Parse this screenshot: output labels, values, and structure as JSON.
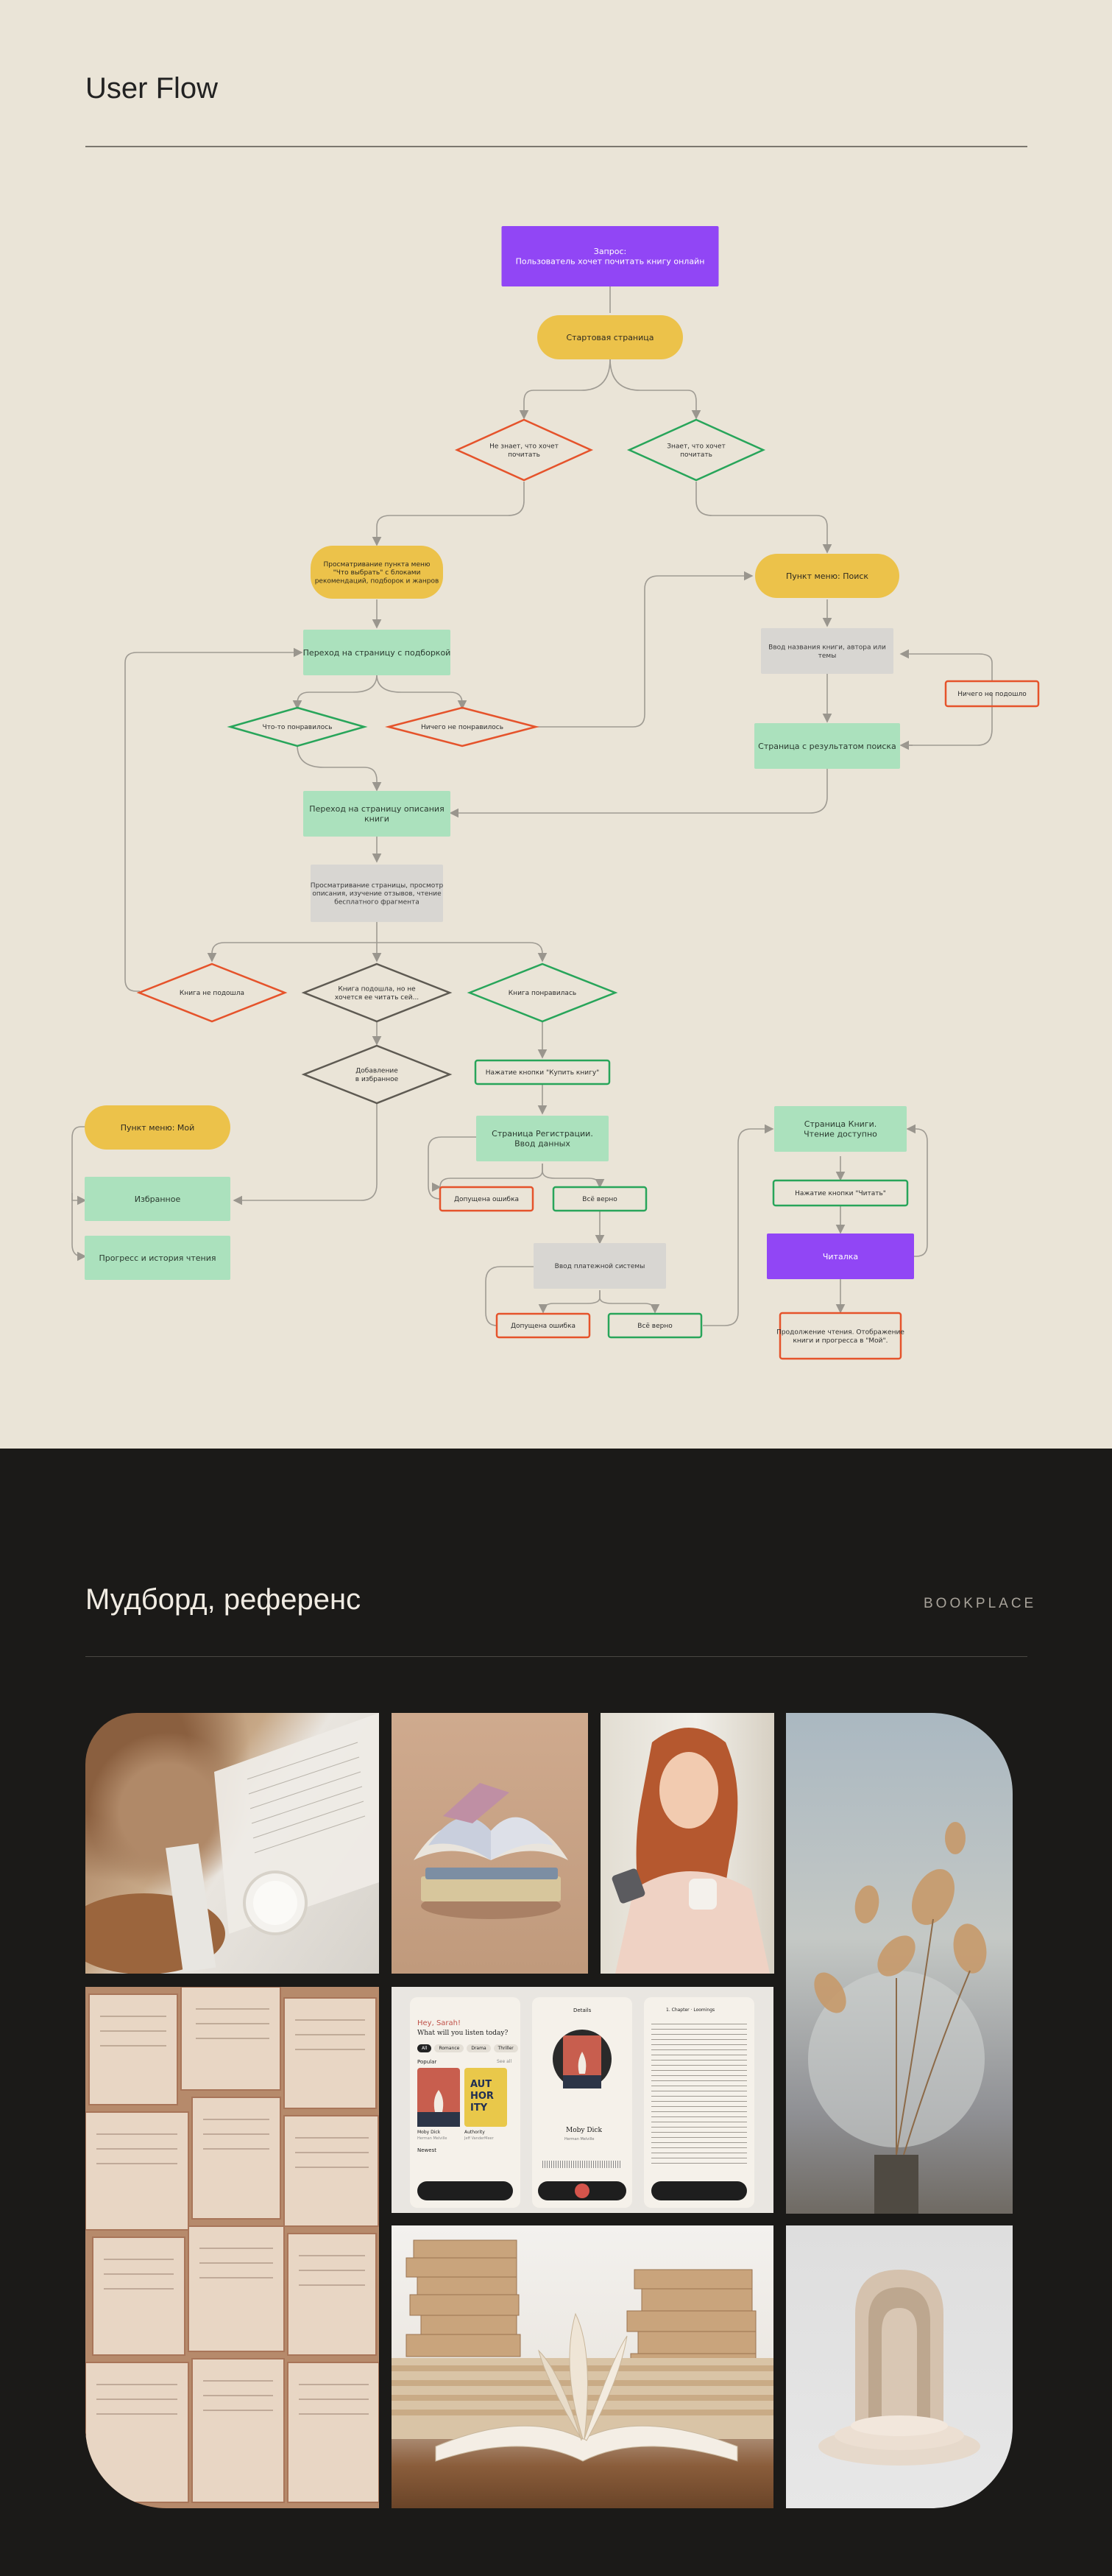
{
  "user_flow": {
    "title": "User Flow",
    "nodes": [
      {
        "id": "start",
        "lines": [
          "Запрос:",
          "Пользователь хочет почитать книгу онлайн"
        ]
      },
      {
        "id": "home",
        "lines": [
          "Стартовая страница"
        ]
      },
      {
        "id": "dunno",
        "lines": [
          "Не знает, что хочет",
          "почитать"
        ]
      },
      {
        "id": "knows",
        "lines": [
          "Знает, что хочет",
          "почитать"
        ]
      },
      {
        "id": "whatread",
        "lines": [
          "Просматривание пункта меню",
          "\"Что выбрать\" с блоками",
          "рекомендаций, подборок и жанров"
        ]
      },
      {
        "id": "searchmenu",
        "lines": [
          "Пункт меню: Поиск"
        ]
      },
      {
        "id": "collection",
        "lines": [
          "Переход на страницу с подборкой"
        ]
      },
      {
        "id": "enter",
        "lines": [
          "Ввод названия книги, автора или",
          "темы"
        ]
      },
      {
        "id": "notfound",
        "lines": [
          "Ничего не подошло"
        ]
      },
      {
        "id": "liked1",
        "lines": [
          "Что-то понравилось"
        ]
      },
      {
        "id": "nothing1",
        "lines": [
          "Ничего не понравилось"
        ]
      },
      {
        "id": "results",
        "lines": [
          "Страница с результатом поиска"
        ]
      },
      {
        "id": "desc",
        "lines": [
          "Переход на страницу описания",
          "книги"
        ]
      },
      {
        "id": "review",
        "lines": [
          "Просматривание страницы, просмотр",
          "описания, изучение отзывов, чтение",
          "бесплатного фрагмента"
        ]
      },
      {
        "id": "notfit",
        "lines": [
          "Книга не подошла"
        ]
      },
      {
        "id": "maybe",
        "lines": [
          "Книга подошла, но не",
          "хочется ее читать сей..."
        ]
      },
      {
        "id": "liked2",
        "lines": [
          "Книга понравилась"
        ]
      },
      {
        "id": "fav",
        "lines": [
          "Добавление",
          "в избранное"
        ]
      },
      {
        "id": "buy",
        "lines": [
          "Нажатие кнопки \"Купить книгу\""
        ]
      },
      {
        "id": "mymenu",
        "lines": [
          "Пункт меню: Мой"
        ]
      },
      {
        "id": "reg",
        "lines": [
          "Страница Регистрации.",
          "Ввод данных"
        ]
      },
      {
        "id": "fav2",
        "lines": [
          "Избранное"
        ]
      },
      {
        "id": "progress",
        "lines": [
          "Прогресс и история чтения"
        ]
      },
      {
        "id": "err1",
        "lines": [
          "Допущена ошибка"
        ]
      },
      {
        "id": "ok1",
        "lines": [
          "Всё верно"
        ]
      },
      {
        "id": "pay",
        "lines": [
          "Ввод платежной системы"
        ]
      },
      {
        "id": "err2",
        "lines": [
          "Допущена ошибка"
        ]
      },
      {
        "id": "ok2",
        "lines": [
          "Всё верно"
        ]
      },
      {
        "id": "bookpage",
        "lines": [
          "Страница Книги.",
          "Чтение доступно"
        ]
      },
      {
        "id": "readbtn",
        "lines": [
          "Нажатие кнопки \"Читать\""
        ]
      },
      {
        "id": "reader",
        "lines": [
          "Читалка"
        ]
      },
      {
        "id": "resume",
        "lines": [
          "Продолжение чтения. Отображение",
          "книги и прогресса в \"Мой\"."
        ]
      }
    ]
  },
  "moodboard": {
    "title": "Мудборд, референс",
    "brand": "BOOKPLACE",
    "phone1": {
      "greeting": "Hey, Sarah!",
      "question": "What will you listen today?",
      "chips": [
        "All",
        "Romance",
        "Drama",
        "Thriller"
      ],
      "section1": "Popular",
      "see_all": "See all",
      "book1_title": "Moby Dick",
      "book1_author": "Herman Melville",
      "book2_title": "Authority",
      "book2_author": "Jeff VanderMeer",
      "section2": "Newest"
    },
    "phone2": {
      "header": "Details",
      "title": "Moby Dick",
      "author": "Herman Melville"
    },
    "phone3": {
      "header": "1. Chapter · Loomings"
    }
  }
}
